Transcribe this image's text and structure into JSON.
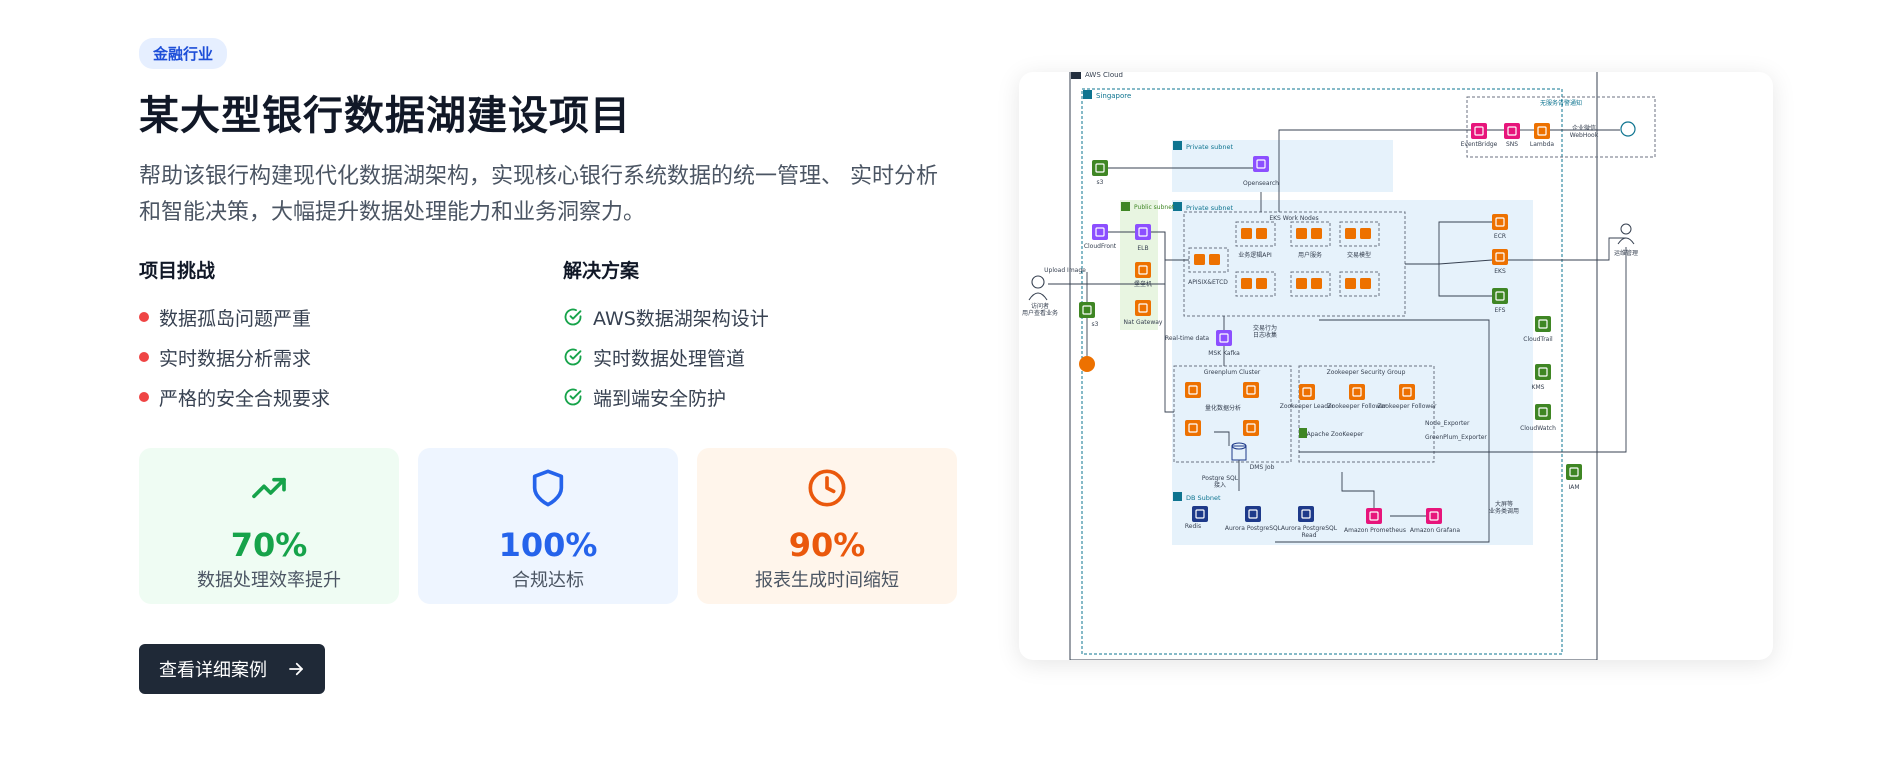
{
  "badge": "金融行业",
  "title": "某大型银行数据湖建设项目",
  "description": "帮助该银行构建现代化数据湖架构，实现核心银行系统数据的统一管理、 实时分析和智能决策，大幅提升数据处理能力和业务洞察力。",
  "challenges": {
    "title": "项目挑战",
    "items": [
      "数据孤岛问题严重",
      "实时数据分析需求",
      "严格的安全合规要求"
    ]
  },
  "solutions": {
    "title": "解决方案",
    "items": [
      "AWS数据湖架构设计",
      "实时数据处理管道",
      "端到端安全防护"
    ]
  },
  "stats": [
    {
      "value": "70%",
      "label": "数据处理效率提升",
      "icon": "trending-up-icon",
      "color": "#16a34a"
    },
    {
      "value": "100%",
      "label": "合规达标",
      "icon": "shield-icon",
      "color": "#2563eb"
    },
    {
      "value": "90%",
      "label": "报表生成时间缩短",
      "icon": "clock-icon",
      "color": "#ea580c"
    }
  ],
  "cta_label": "查看详细案例",
  "diagram": {
    "aws_cloud": "AWS Cloud",
    "region": "Singapore",
    "private_subnet_1": "Private subnet",
    "private_subnet_2": "Private subnet",
    "public_subnet": "Public subnet",
    "db_subnet": "DB Subnet",
    "serverless_group": "无服务告警通知",
    "eks_nodes": "EKS Work Nodes",
    "greenplum": "Greenplum Cluster",
    "zookeeper_group": "Zookeeper Security Group",
    "s3_top": "s3",
    "s3_bottom": "s3",
    "cloudfront": "CloudFront",
    "elb": "ELB",
    "bastion": "堡垒机",
    "nat": "Nat Gateway",
    "opensearch": "Opensearch",
    "eventbridge": "EventBridge",
    "sns": "SNS",
    "lambda": "Lambda",
    "wechat": "企业微信\nWebHook",
    "api_etcd": "APISIX&ETCD",
    "biz_api": "业务逻辑API",
    "user_service": "用户服务",
    "trade_model": "交易模型",
    "ecr": "ECR",
    "eks": "EKS",
    "efs": "EFS",
    "ops": "运维管理",
    "visitor": "访问者\n用户查看业务",
    "upload": "Upload Image",
    "realtime": "Real-time data",
    "msk": "MSK Kafka",
    "behavior": "交易行为\n日志收集",
    "quant": "量化数据分析",
    "zk_leader": "Zookeeper Leader",
    "zk_follower1": "Zookeeper Follower",
    "zk_follower2": "Zookeeper Follower",
    "apache_zk": "Apache ZooKeeper",
    "node_exporter": "Node_Exporter",
    "gp_exporter": "GreenPlum_Exporter",
    "dms": "DMS Job",
    "pg_ingest": "Postgre SQL\n接入",
    "redis": "Redis",
    "aurora": "Aurora PostgreSQL",
    "aurora_read": "Aurora PostgreSQL\nRead",
    "prometheus": "Amazon Prometheus",
    "grafana": "Amazon Grafana",
    "big_screen": "大屏等\n业务类调用",
    "cloudtrail": "CloudTrail",
    "kms": "KMS",
    "cloudwatch": "CloudWatch",
    "iam": "IAM"
  }
}
